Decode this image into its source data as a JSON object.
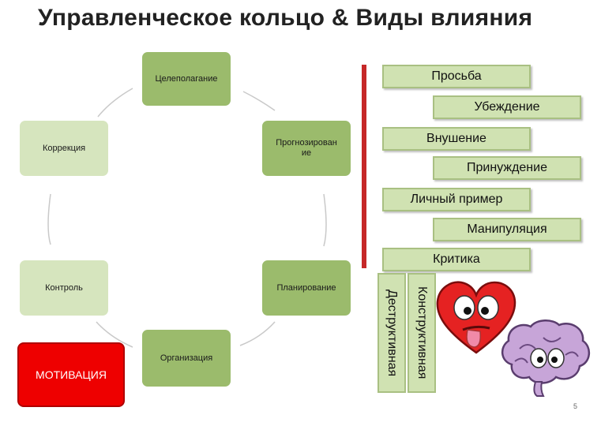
{
  "title": "Управленческое кольцо & Виды влияния",
  "ring": {
    "goal": "Целеполагание",
    "forecast": "Прогнозирован ие",
    "correction": "Коррекция",
    "planning": "Планирование",
    "control": "Контроль",
    "organization": "Организация",
    "motivation": "МОТИВАЦИЯ"
  },
  "influence": {
    "items": [
      "Просьба",
      "Убеждение",
      "Внушение",
      "Принуждение",
      "Личный пример",
      "Манипуляция",
      "Критика"
    ],
    "constructive": "Конструктивная",
    "destructive": "Деструктивная"
  },
  "illustrations": [
    "heart-character-icon",
    "brain-character-icon"
  ],
  "colors": {
    "ring_dark": "#9bbb6c",
    "ring_light": "#d6e5be",
    "motivation": "#ee0000",
    "separator": "#c62828",
    "influence_fill": "#d0e2b2"
  },
  "page_number": "5"
}
